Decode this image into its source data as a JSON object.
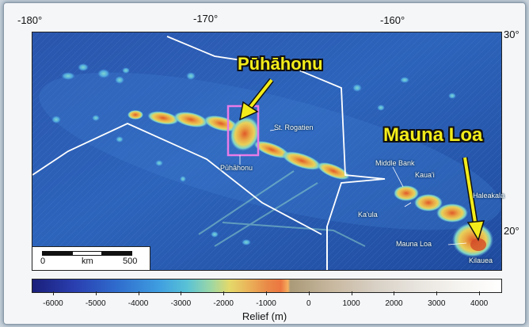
{
  "lon_labels": [
    "-180°",
    "-170°",
    "-160°"
  ],
  "lat_labels": [
    "30°",
    "20°"
  ],
  "callouts": {
    "puhahonu": "Pūhāhonu",
    "mauna_loa": "Mauna Loa"
  },
  "places": {
    "st_rogatien": "St. Rogatien",
    "puhahonu_small": "Pūhāhonu",
    "middle_bank": "Middle Bank",
    "kauai": "Kaua'i",
    "kaula": "Ka'ula",
    "haleakala": "Haleakala",
    "mauna_loa_small": "Mauna Loa",
    "kilauea": "Kilauea"
  },
  "scale": {
    "min": "0",
    "unit": "km",
    "max": "500"
  },
  "colorbar": {
    "title": "Relief (m)",
    "ticks": [
      "-6000",
      "-5000",
      "-4000",
      "-3000",
      "-2000",
      "-1000",
      "0",
      "1000",
      "2000",
      "3000",
      "4000"
    ],
    "range": [
      -6500,
      4500
    ]
  },
  "colors": {
    "ocean_deep": "#1c3f8f",
    "ocean_mid": "#3d78c9",
    "ridge_yellow": "#e9c94a",
    "ridge_orange": "#d8853d",
    "callout_text": "#f3ec1a",
    "highlight_box": "#e87ce8",
    "boundary_line": "#ffffff"
  }
}
